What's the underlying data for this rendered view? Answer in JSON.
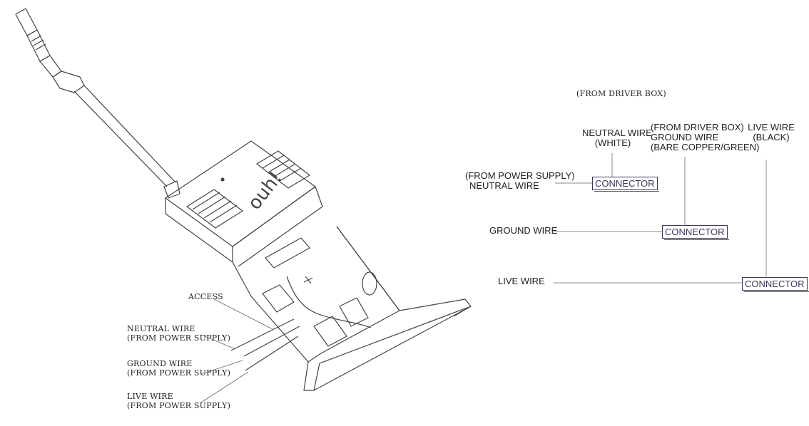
{
  "left_labels": {
    "access": "ACCESS",
    "neutral_wire": [
      "NEUTRAL WIRE",
      "(FROM POWER SUPPLY)"
    ],
    "ground_wire": [
      "GROUND WIRE",
      "(FROM POWER SUPPLY)"
    ],
    "live_wire": [
      "LIVE WIRE",
      "(FROM POWER SUPPLY)"
    ]
  },
  "box_logo": "ouh!",
  "right_labels": {
    "from_driver_box_top": "(FROM DRIVER BOX)",
    "neutral_white": [
      "NEUTRAL WIRE",
      "(WHITE)"
    ],
    "ground_from_driver": [
      "(FROM DRIVER BOX)",
      "GROUND WIRE",
      "(BARE COPPER/GREEN)"
    ],
    "live_black": [
      "LIVE WIRE",
      "(BLACK)"
    ],
    "from_power_supply_neutral": [
      "(FROM POWER SUPPLY)",
      "NEUTRAL WIRE"
    ],
    "ground_wire": "GROUND WIRE",
    "live_wire": "LIVE WIRE"
  },
  "connectors": [
    "CONNECTOR",
    "CONNECTOR",
    "CONNECTOR"
  ],
  "colors": {
    "line": "#3a3a5c",
    "ink": "#222222",
    "leader": "#888888"
  }
}
